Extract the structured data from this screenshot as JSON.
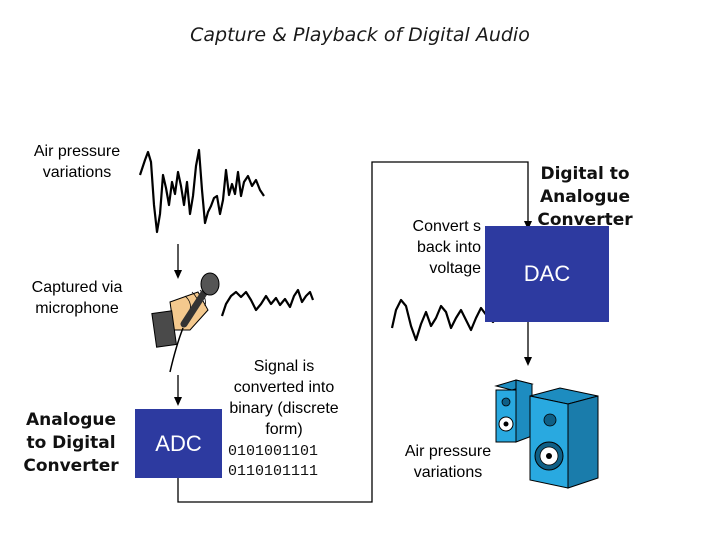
{
  "title": "Capture & Playback of Digital Audio",
  "labels": {
    "air_pressure_in": "Air pressure variations",
    "captured_via": "Captured via microphone",
    "adc_title": "Analogue to Digital Converter",
    "signal_converted": "Signal is converted into binary (discrete form)",
    "converts_back": "Convert s back into voltage",
    "dac_title": "Digital to Analogue Converter",
    "air_pressure_out": "Air pressure variations"
  },
  "boxes": {
    "adc": "ADC",
    "dac": "DAC"
  },
  "binary": [
    "0101001101",
    "0110101111"
  ],
  "colors": {
    "converter_box": "#2d3aa0",
    "speaker": "#29a9e0",
    "hand": "#f4c98e"
  },
  "icons": [
    "microphone-icon",
    "speaker-icon"
  ]
}
